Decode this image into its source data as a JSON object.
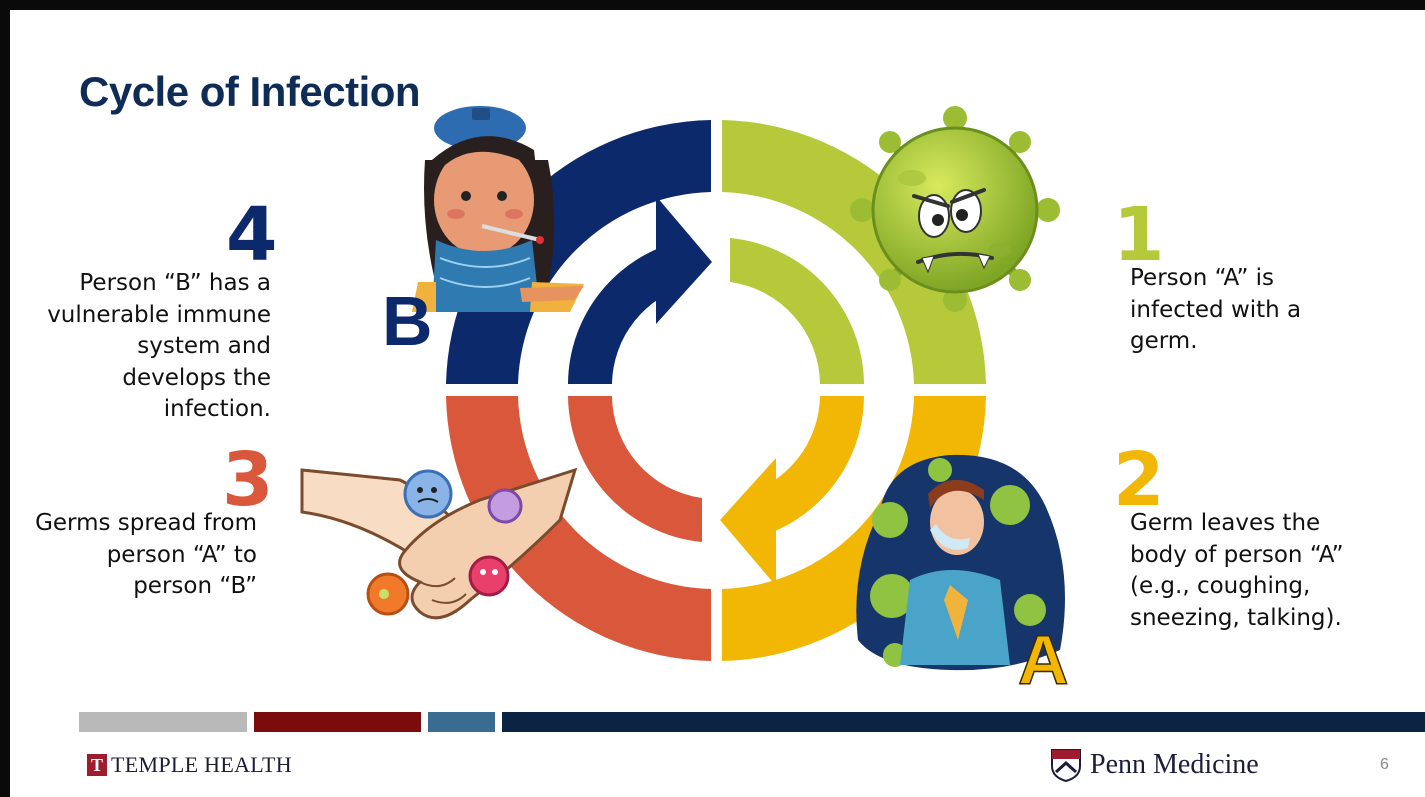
{
  "slide": {
    "title": "Cycle of Infection",
    "page_number": "6"
  },
  "steps": [
    {
      "number": "1",
      "lines": [
        "Person “A” is",
        "infected with a",
        "germ."
      ]
    },
    {
      "number": "2",
      "lines": [
        "Germ leaves the",
        "body of person “A”",
        "(e.g., coughing,",
        "sneezing, talking)."
      ]
    },
    {
      "number": "3",
      "lines": [
        "Germs spread from",
        "person “A” to",
        "person “B”"
      ]
    },
    {
      "number": "4",
      "lines": [
        "Person “B” has a",
        "vulnerable immune",
        "system and",
        "develops the",
        "infection."
      ]
    }
  ],
  "labels": {
    "person_a": "A",
    "person_b": "B"
  },
  "footer": {
    "left_logo": "TEMPLE HEALTH",
    "right_logo": "Penn Medicine"
  },
  "colors": {
    "navy": "#0c2a6b",
    "green": "#b6c93b",
    "yellow": "#f2b705",
    "orange": "#d9573a",
    "title": "#0e2c55",
    "bar_gray": "#b9b9b9",
    "bar_red": "#7b0c0c",
    "bar_teal": "#3a6b91",
    "bar_navy": "#0c2444"
  }
}
